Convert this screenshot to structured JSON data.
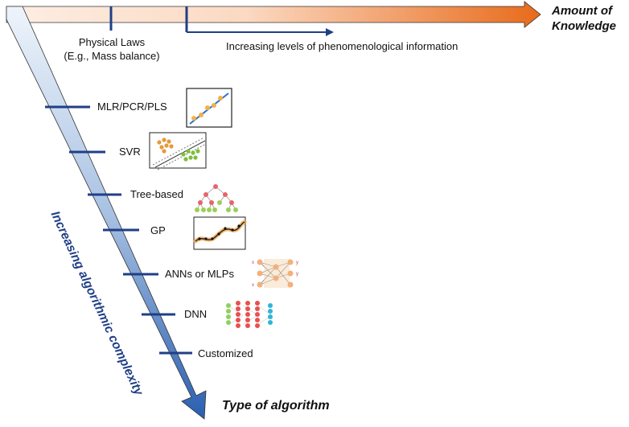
{
  "axis_top": {
    "label_line1": "Amount of",
    "label_line2": "Knowledge",
    "marker1_line1": "Physical Laws",
    "marker1_line2": "(E.g., Mass balance)",
    "marker2_label": "Increasing levels of phenomenological information"
  },
  "axis_diag": {
    "side_label": "Increasing algorithmic complexity",
    "end_label": "Type of algorithm"
  },
  "algorithms": [
    {
      "label": "MLR/PCR/PLS",
      "icon": "linear-regression-icon"
    },
    {
      "label": "SVR",
      "icon": "svm-separation-icon"
    },
    {
      "label": "Tree-based",
      "icon": "decision-tree-icon"
    },
    {
      "label": "GP",
      "icon": "gaussian-process-icon"
    },
    {
      "label": "ANNs or MLPs",
      "icon": "shallow-network-icon"
    },
    {
      "label": "DNN",
      "icon": "deep-network-icon"
    },
    {
      "label": "Customized",
      "icon": ""
    }
  ],
  "colors": {
    "navy": "#1f3f86",
    "orange": "#e86a1a",
    "blue_light": "#dbe7f6",
    "blue_dark": "#2a5fb0"
  }
}
